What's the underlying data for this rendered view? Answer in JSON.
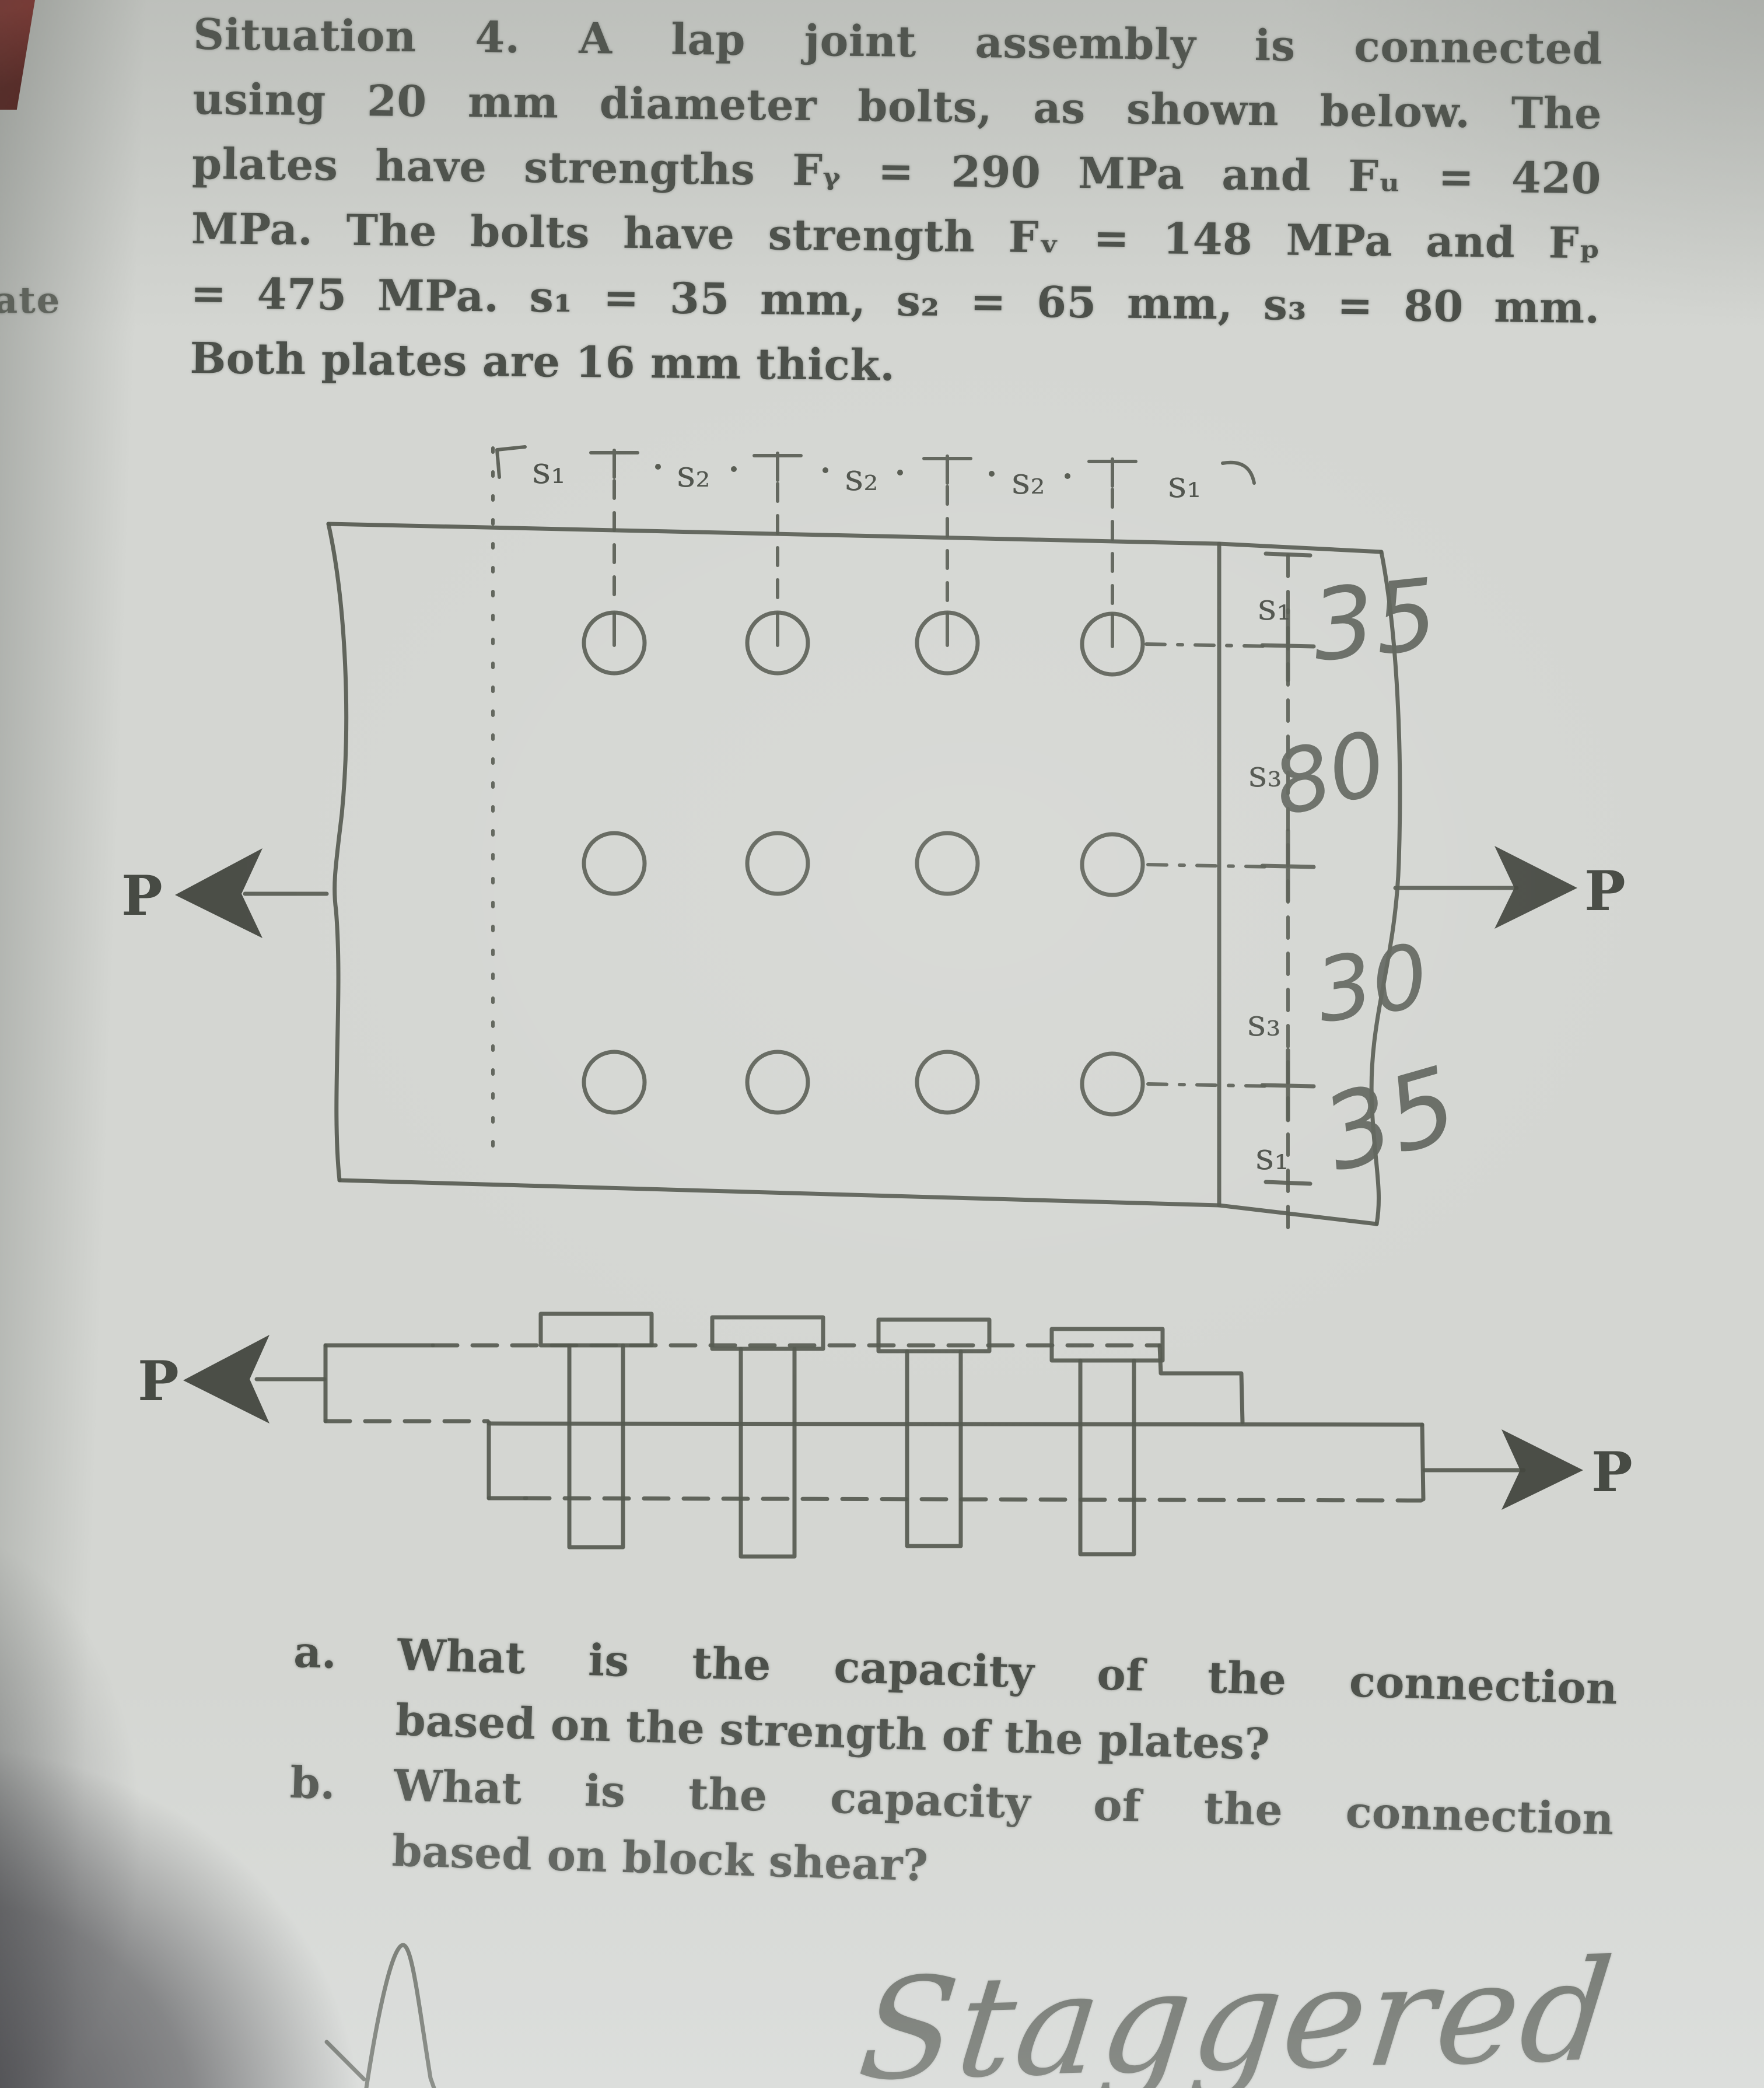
{
  "page": {
    "margin_note": "ate",
    "intro": {
      "bold_lead": "Situation 4.",
      "line1_rest": " A lap joint assembly is connected",
      "line2": "using 20 mm diameter bolts, as shown below. The",
      "line3": "plates have strengths Fᵧ = 290 MPa and Fᵤ = 420",
      "line4": "MPa. The bolts have strength Fᵥ = 148 MPa and Fₚ",
      "line5": "= 475 MPa. s₁ = 35 mm, s₂ = 65 mm, s₃ = 80 mm.",
      "line6": "Both plates are 16 mm thick."
    },
    "plan_view": {
      "left_load_label": "P",
      "right_load_label": "P",
      "top_dimension_labels": [
        "s₁",
        "s₂",
        "s₂",
        "s₂",
        "s₁"
      ],
      "right_dimension_rows": [
        {
          "label": "s₁",
          "value": "35"
        },
        {
          "label": "s₃",
          "value": "80"
        },
        {
          "label": "s₃",
          "value": "30"
        },
        {
          "label": "s₁",
          "value": "35"
        }
      ]
    },
    "side_view": {
      "left_load_label": "P",
      "right_load_label": "P"
    },
    "questions": [
      {
        "label": "a.",
        "line1": "What is the capacity of the connection",
        "line2": "based on the strength of the plates?"
      },
      {
        "label": "b.",
        "line1": "What is the capacity of the connection",
        "line2": "based on block shear?"
      }
    ],
    "handwritten_note": "Staggered"
  }
}
